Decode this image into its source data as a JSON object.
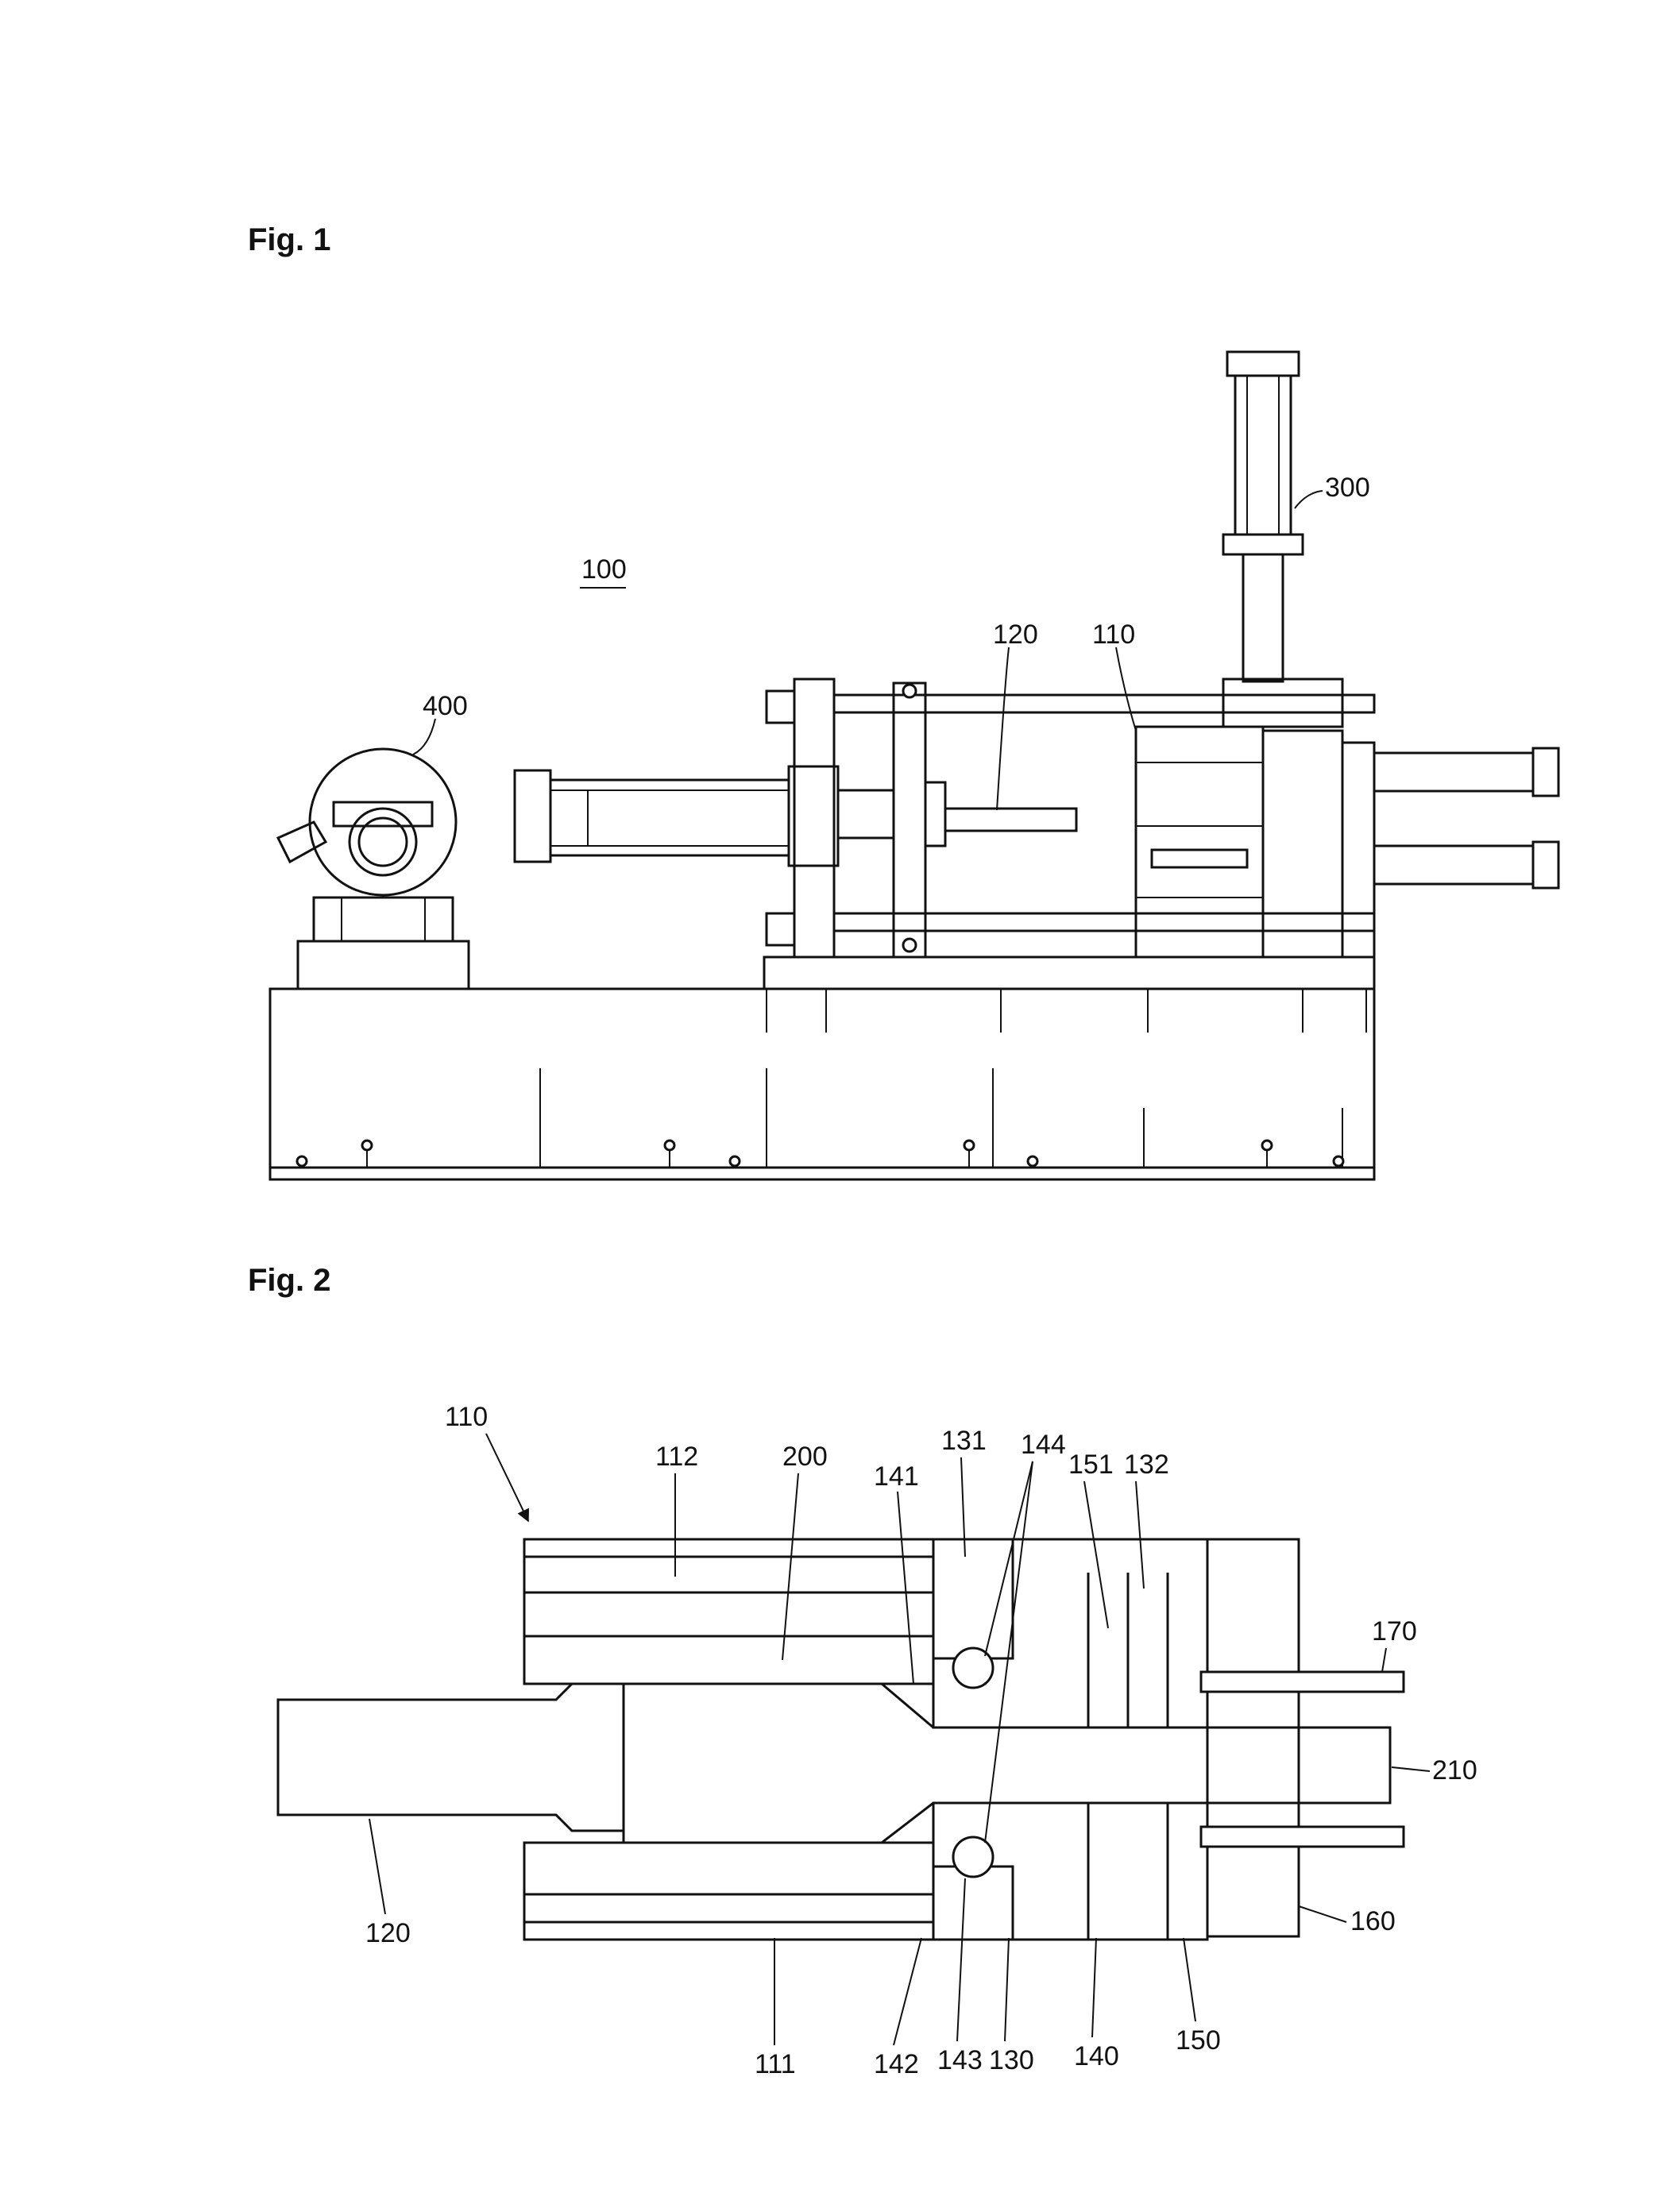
{
  "figures": [
    {
      "title": "Fig. 1",
      "labels": {
        "assembly": "100",
        "cylinder_top": "300",
        "motor": "400",
        "rod": "120",
        "mold": "110"
      }
    },
    {
      "title": "Fig. 2",
      "labels": {
        "mold": "110",
        "l112": "112",
        "l200": "200",
        "l141": "141",
        "l131": "131",
        "l144": "144",
        "l151": "151",
        "l132": "132",
        "l170": "170",
        "l210": "210",
        "l160": "160",
        "l120": "120",
        "l111": "111",
        "l142": "142",
        "l143": "143",
        "l130": "130",
        "l140": "140",
        "l150": "150"
      }
    }
  ]
}
